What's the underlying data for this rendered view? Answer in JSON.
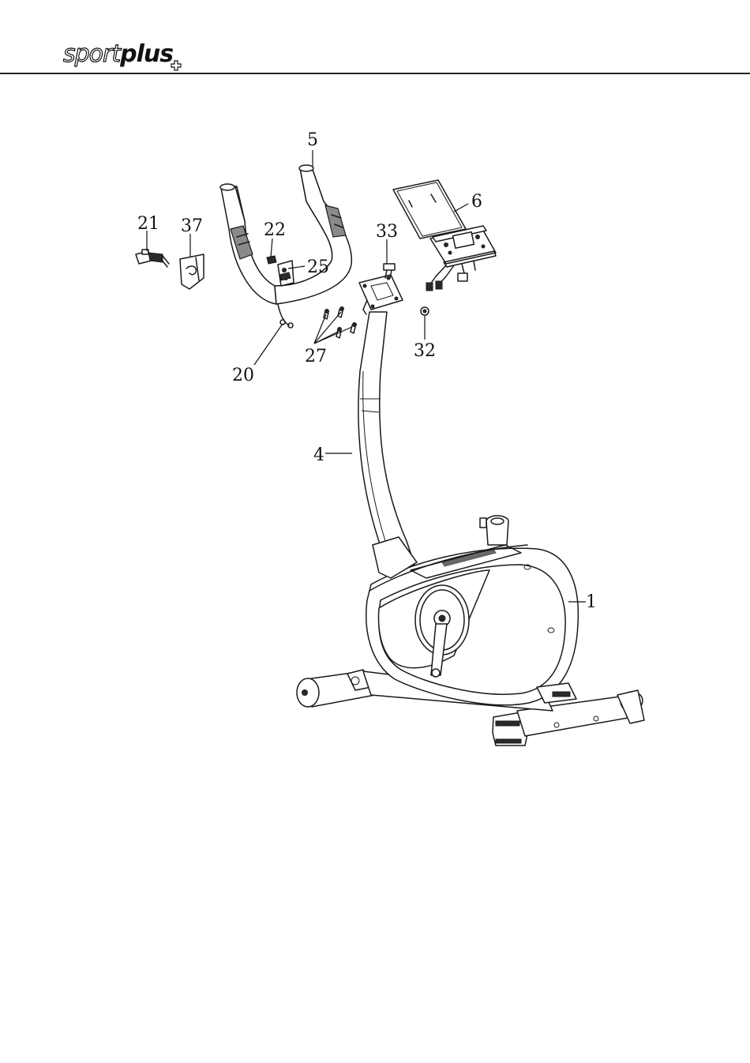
{
  "header": {
    "brand_light": "sport",
    "brand_bold": "plus"
  },
  "callouts": [
    {
      "id": "5",
      "label": "5"
    },
    {
      "id": "6",
      "label": "6"
    },
    {
      "id": "21",
      "label": "21"
    },
    {
      "id": "37",
      "label": "37"
    },
    {
      "id": "22",
      "label": "22"
    },
    {
      "id": "33",
      "label": "33"
    },
    {
      "id": "25",
      "label": "25"
    },
    {
      "id": "32",
      "label": "32"
    },
    {
      "id": "27",
      "label": "27"
    },
    {
      "id": "20",
      "label": "20"
    },
    {
      "id": "4",
      "label": "4"
    },
    {
      "id": "1",
      "label": "1"
    }
  ],
  "colors": {
    "line": "#1a1a1a",
    "dark_part": "#2a2a2a",
    "grey_part": "#8a8a8a"
  }
}
